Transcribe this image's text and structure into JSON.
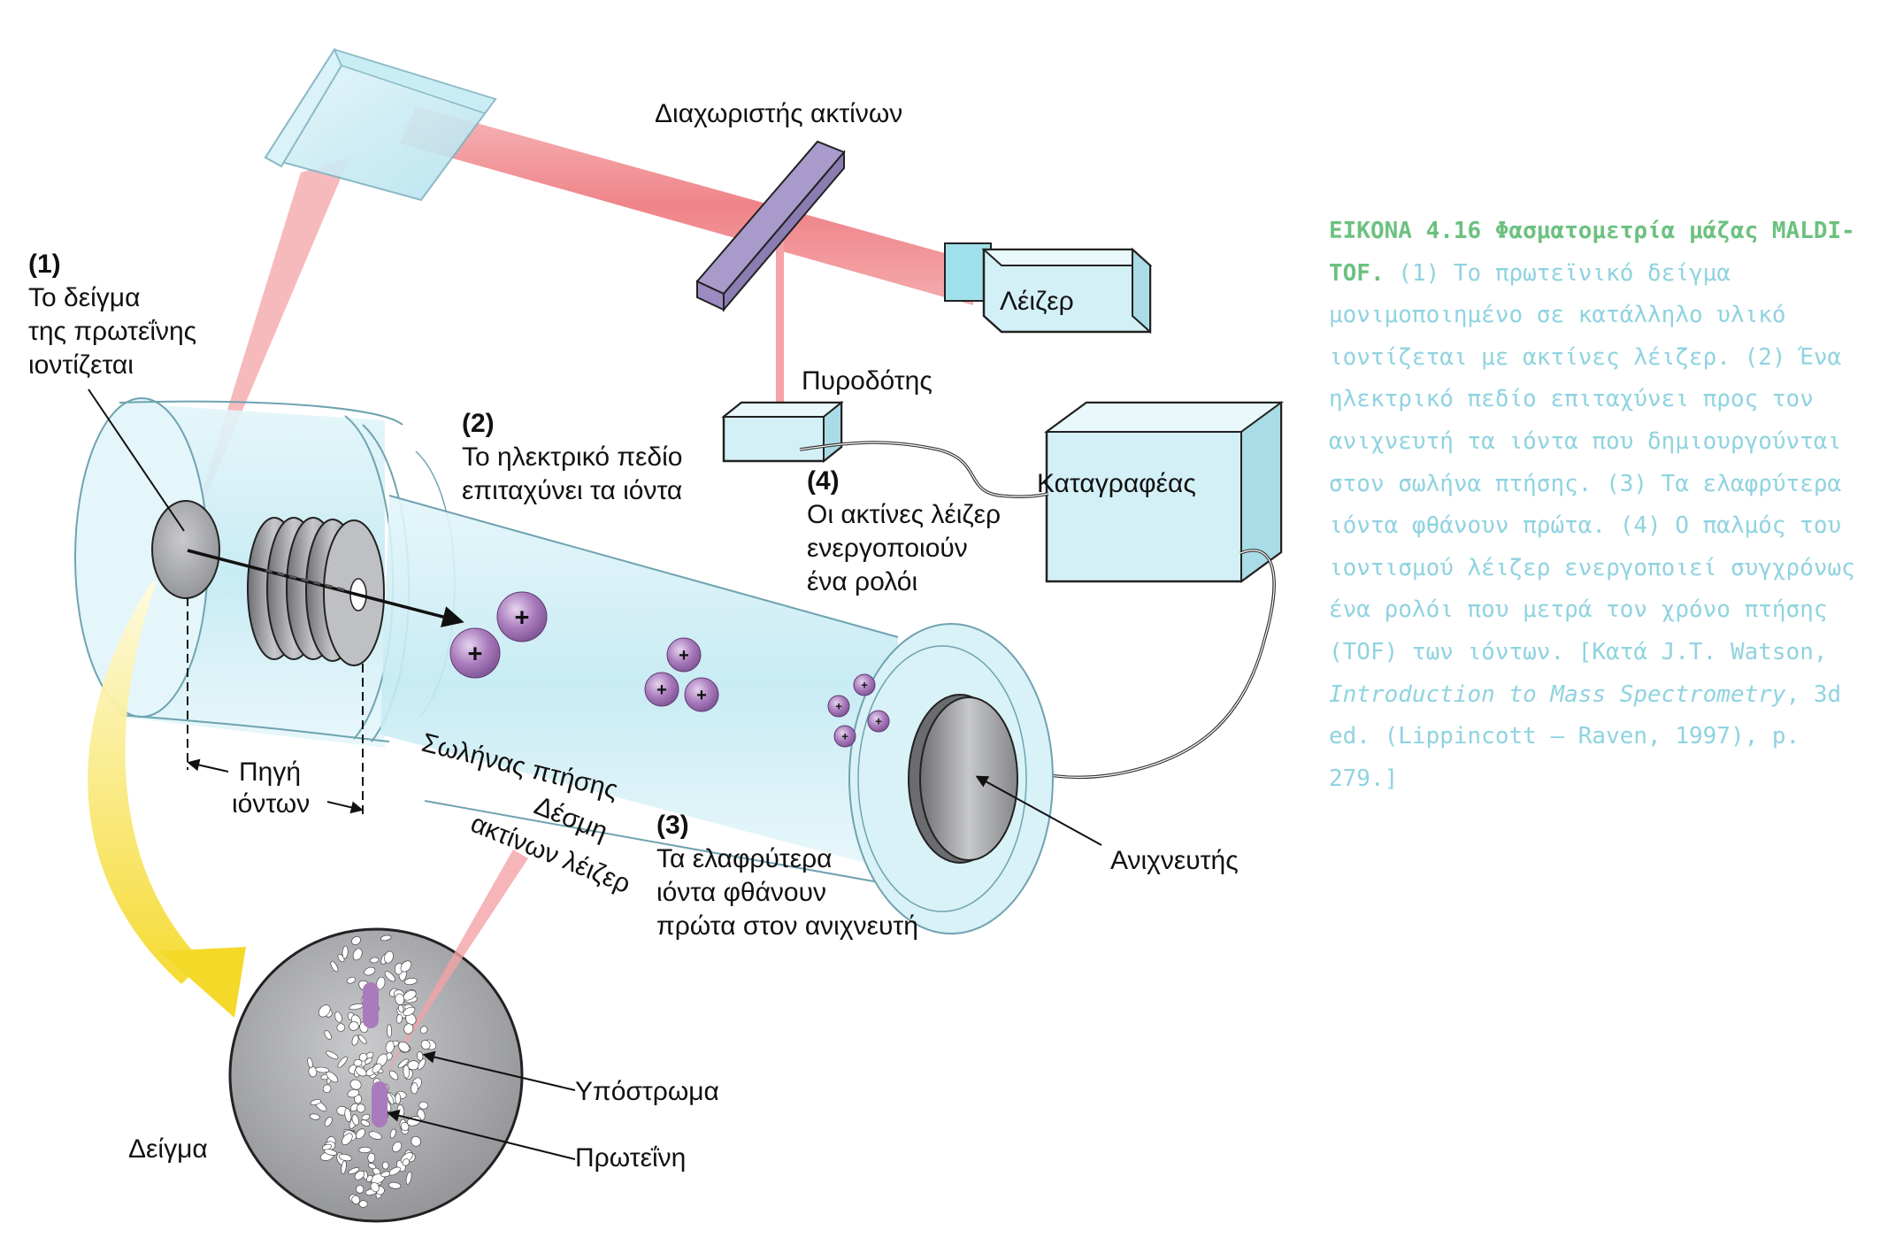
{
  "labels": {
    "splitter": "Διαχωριστής ακτίνων",
    "laser": "Λέιζερ",
    "trigger": "Πυροδότης",
    "recorder": "Καταγραφέας",
    "detector": "Ανιχνευτής",
    "flight_tube": "Σωλήνας πτήσης",
    "ion_source": [
      "Πηγή",
      "ιόντων"
    ],
    "laser_beam": [
      "Δέσμη",
      "ακτίνων λέιζερ"
    ],
    "sample": "Δείγμα",
    "matrix": "Υπόστρωμα",
    "protein": "Πρωτεΐνη"
  },
  "steps": [
    {
      "number": "(1)",
      "lines": [
        "Το δείγμα",
        "της πρωτεΐνης",
        "ιοντίζεται"
      ]
    },
    {
      "number": "(2)",
      "lines": [
        "Το ηλεκτρικό πεδίο",
        "επιταχύνει τα ιόντα"
      ]
    },
    {
      "number": "(3)",
      "lines": [
        "Τα ελαφρύτερα",
        "ιόντα φθάνουν",
        "πρώτα στον ανιχνευτή"
      ]
    },
    {
      "number": "(4)",
      "lines": [
        "Οι ακτίνες λέιζερ",
        "ενεργοποιούν",
        "ένα ρολόι"
      ]
    }
  ],
  "ion_charge": "+",
  "caption": {
    "title": "ΕΙΚΟΝΑ 4.16 Φασματομετρία μάζας MALDI-TOF.",
    "body": " (1) Το πρωτεϊνικό δείγμα μονιμοποιημένο σε κατάλληλο υλικό ιοντίζεται με ακτίνες λέιζερ. (2) Ένα ηλεκτρικό πεδίο επιταχύνει προς τον ανιχνευτή τα ιόντα που δημιουργούνται στον σωλήνα πτήσης. (3) Τα ελαφρύτερα ιόντα φθάνουν πρώτα. (4) Ο παλμός του ιοντισμού λέιζερ ενεργοποιεί συγχρόνως ένα ρολόι που μετρά τον χρόνο πτήσης (TOF) των ιόντων. [Κατά J.T. Watson, ",
    "italic": "Introduction to Mass Spectrometry",
    "tail": ", 3d ed. (Lippincott – Raven, 1997), p. 279.]"
  },
  "colors": {
    "tube": "#cfeef5",
    "tube_edge": "#5a8f9c",
    "laser_beam": "#f08a8e",
    "ion": "#a97bbd",
    "splitter": "#a99acc",
    "box": "#d3f0f6",
    "arrow_yellow": "#f6e04a",
    "caption_title": "#6cc17f",
    "caption_text": "#8fd3e0"
  }
}
